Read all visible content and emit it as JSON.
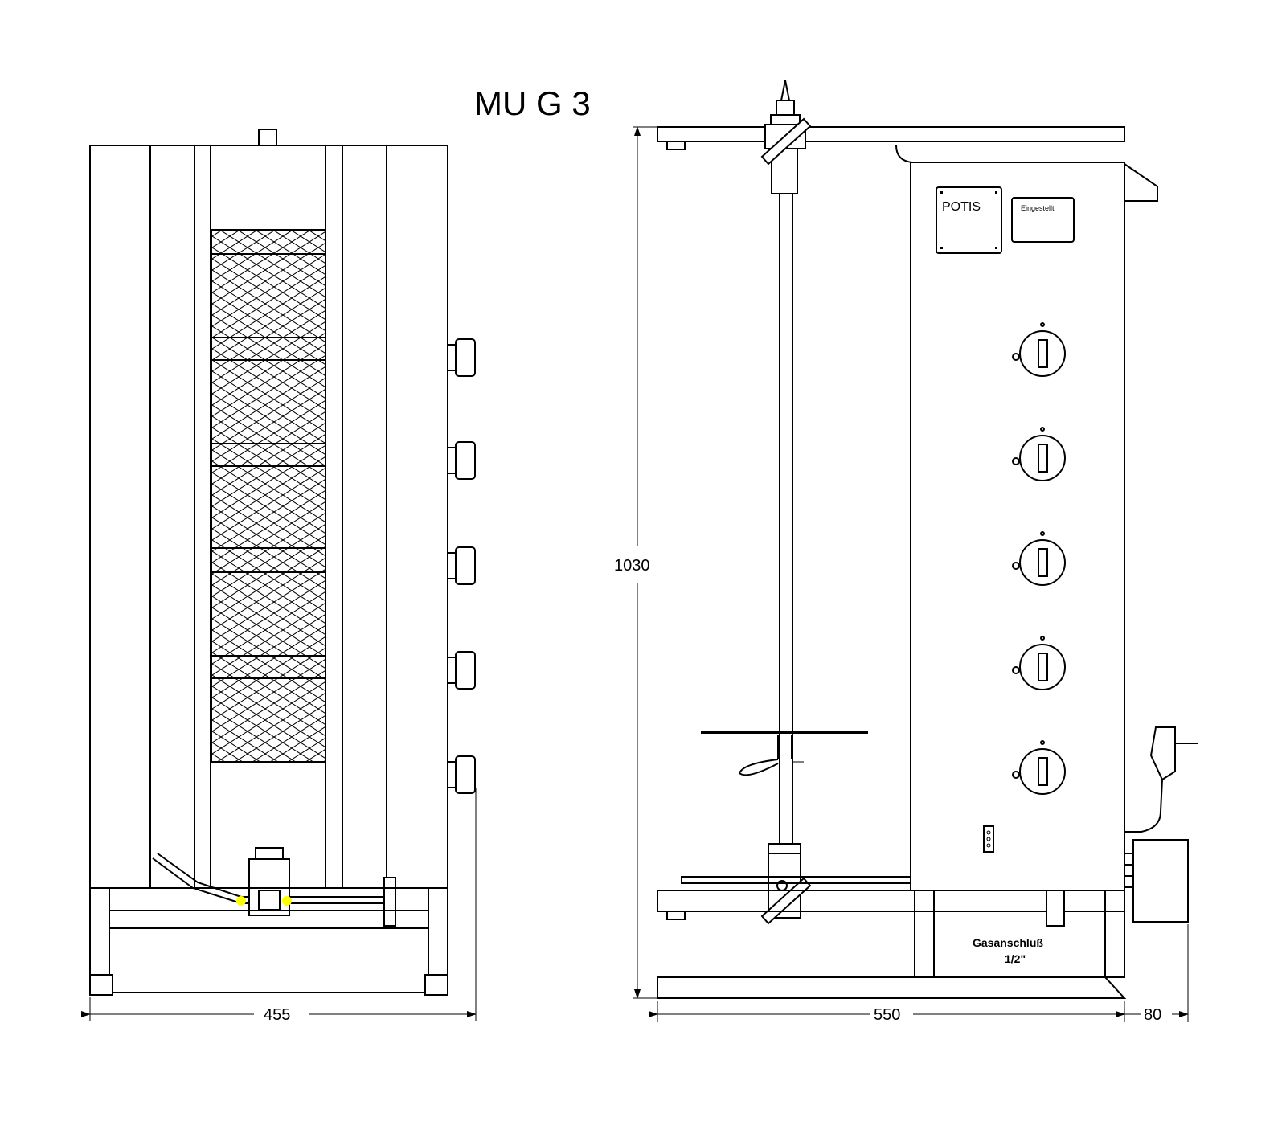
{
  "drawing": {
    "title": "MU G 3",
    "dimensions": {
      "front_width": "455",
      "height": "1030",
      "side_depth": "550",
      "side_extra": "80"
    },
    "labels": {
      "brand_plate": "POTIS",
      "set_plate": "Eingestellt",
      "gas_connection_line1": "Gasanschluß",
      "gas_connection_line2": "1/2\""
    },
    "colors": {
      "line": "#000000",
      "background": "#ffffff",
      "highlight": "#ffff00"
    }
  }
}
